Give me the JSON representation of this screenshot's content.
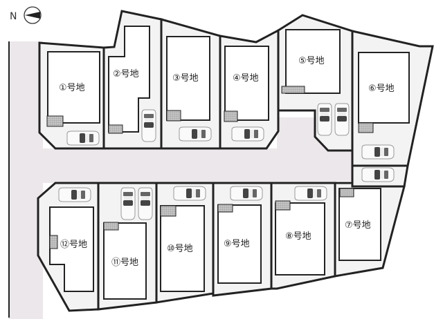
{
  "compass": {
    "label": "N",
    "icon": "north-arrow-icon"
  },
  "colors": {
    "road": "#ece7ea",
    "parking": "#f4f3f4",
    "border": "#222222",
    "house_fill": "#ffffff",
    "entry_fill": "#b8b8b8"
  },
  "lots": [
    {
      "id": 1,
      "label": "①号地"
    },
    {
      "id": 2,
      "label": "②号地"
    },
    {
      "id": 3,
      "label": "③号地"
    },
    {
      "id": 4,
      "label": "④号地"
    },
    {
      "id": 5,
      "label": "⑤号地"
    },
    {
      "id": 6,
      "label": "⑥号地"
    },
    {
      "id": 7,
      "label": "⑦号地"
    },
    {
      "id": 8,
      "label": "⑧号地"
    },
    {
      "id": 9,
      "label": "⑨号地"
    },
    {
      "id": 10,
      "label": "⑩号地"
    },
    {
      "id": 11,
      "label": "⑪号地"
    },
    {
      "id": 12,
      "label": "⑫号地"
    }
  ]
}
